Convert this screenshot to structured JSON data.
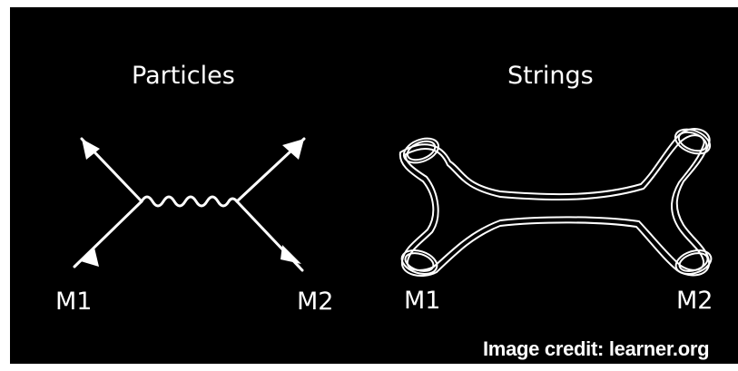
{
  "diagram": {
    "particles": {
      "title": "Particles",
      "left_label": "M1",
      "right_label": "M2"
    },
    "strings": {
      "title": "Strings",
      "left_label": "M1",
      "right_label": "M2"
    },
    "credit": "Image credit: learner.org"
  },
  "colors": {
    "background": "#000000",
    "foreground": "#ffffff"
  }
}
